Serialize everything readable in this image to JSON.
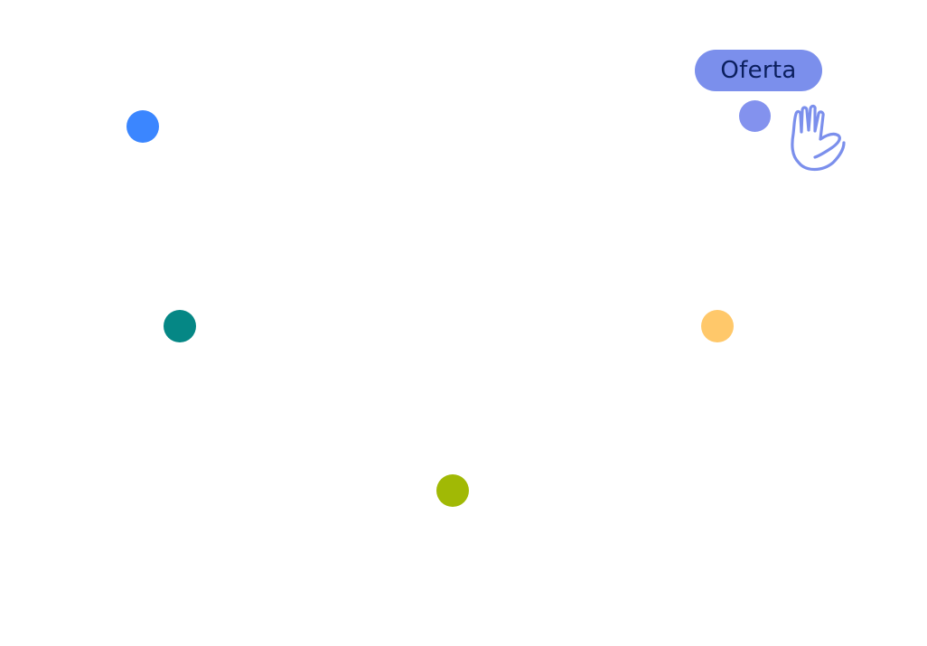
{
  "offer_badge": {
    "label": "Oferta",
    "background": "#7b8fec",
    "text_color": "#0b1f5e"
  },
  "hand_icon": {
    "icon": "waving-hand-icon",
    "stroke_color": "#7b8fec"
  },
  "dots": [
    {
      "name": "blue-dot",
      "color": "#3b86ff"
    },
    {
      "name": "teal-dot",
      "color": "#058785"
    },
    {
      "name": "yellow-dot",
      "color": "#ffc86a"
    },
    {
      "name": "lime-dot",
      "color": "#a1b905"
    },
    {
      "name": "periwinkle-dot",
      "color": "#8392ee"
    }
  ]
}
